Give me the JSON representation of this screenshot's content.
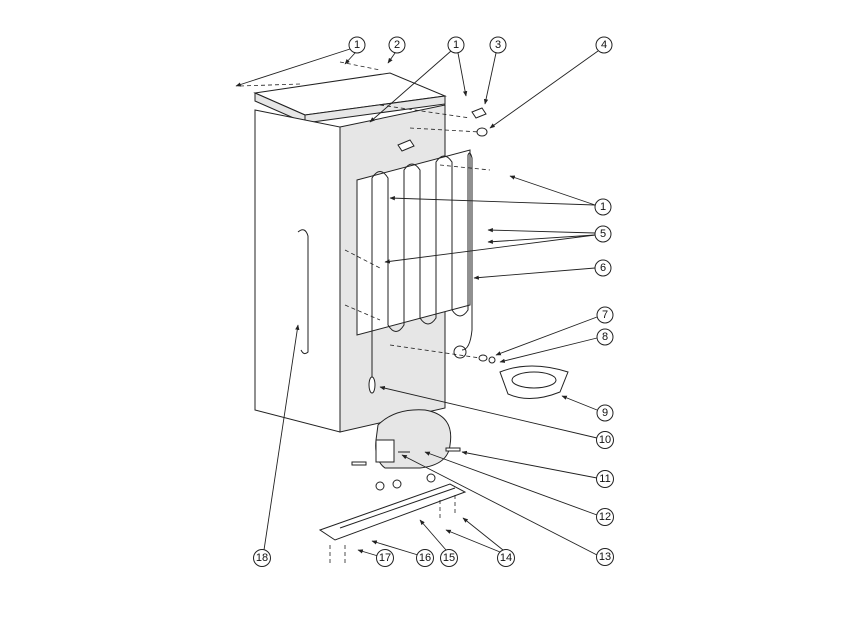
{
  "callouts": [
    "1",
    "2",
    "1",
    "3",
    "4",
    "1",
    "5",
    "6",
    "7",
    "8",
    "9",
    "10",
    "11",
    "12",
    "13",
    "14",
    "15",
    "16",
    "17",
    "18"
  ]
}
